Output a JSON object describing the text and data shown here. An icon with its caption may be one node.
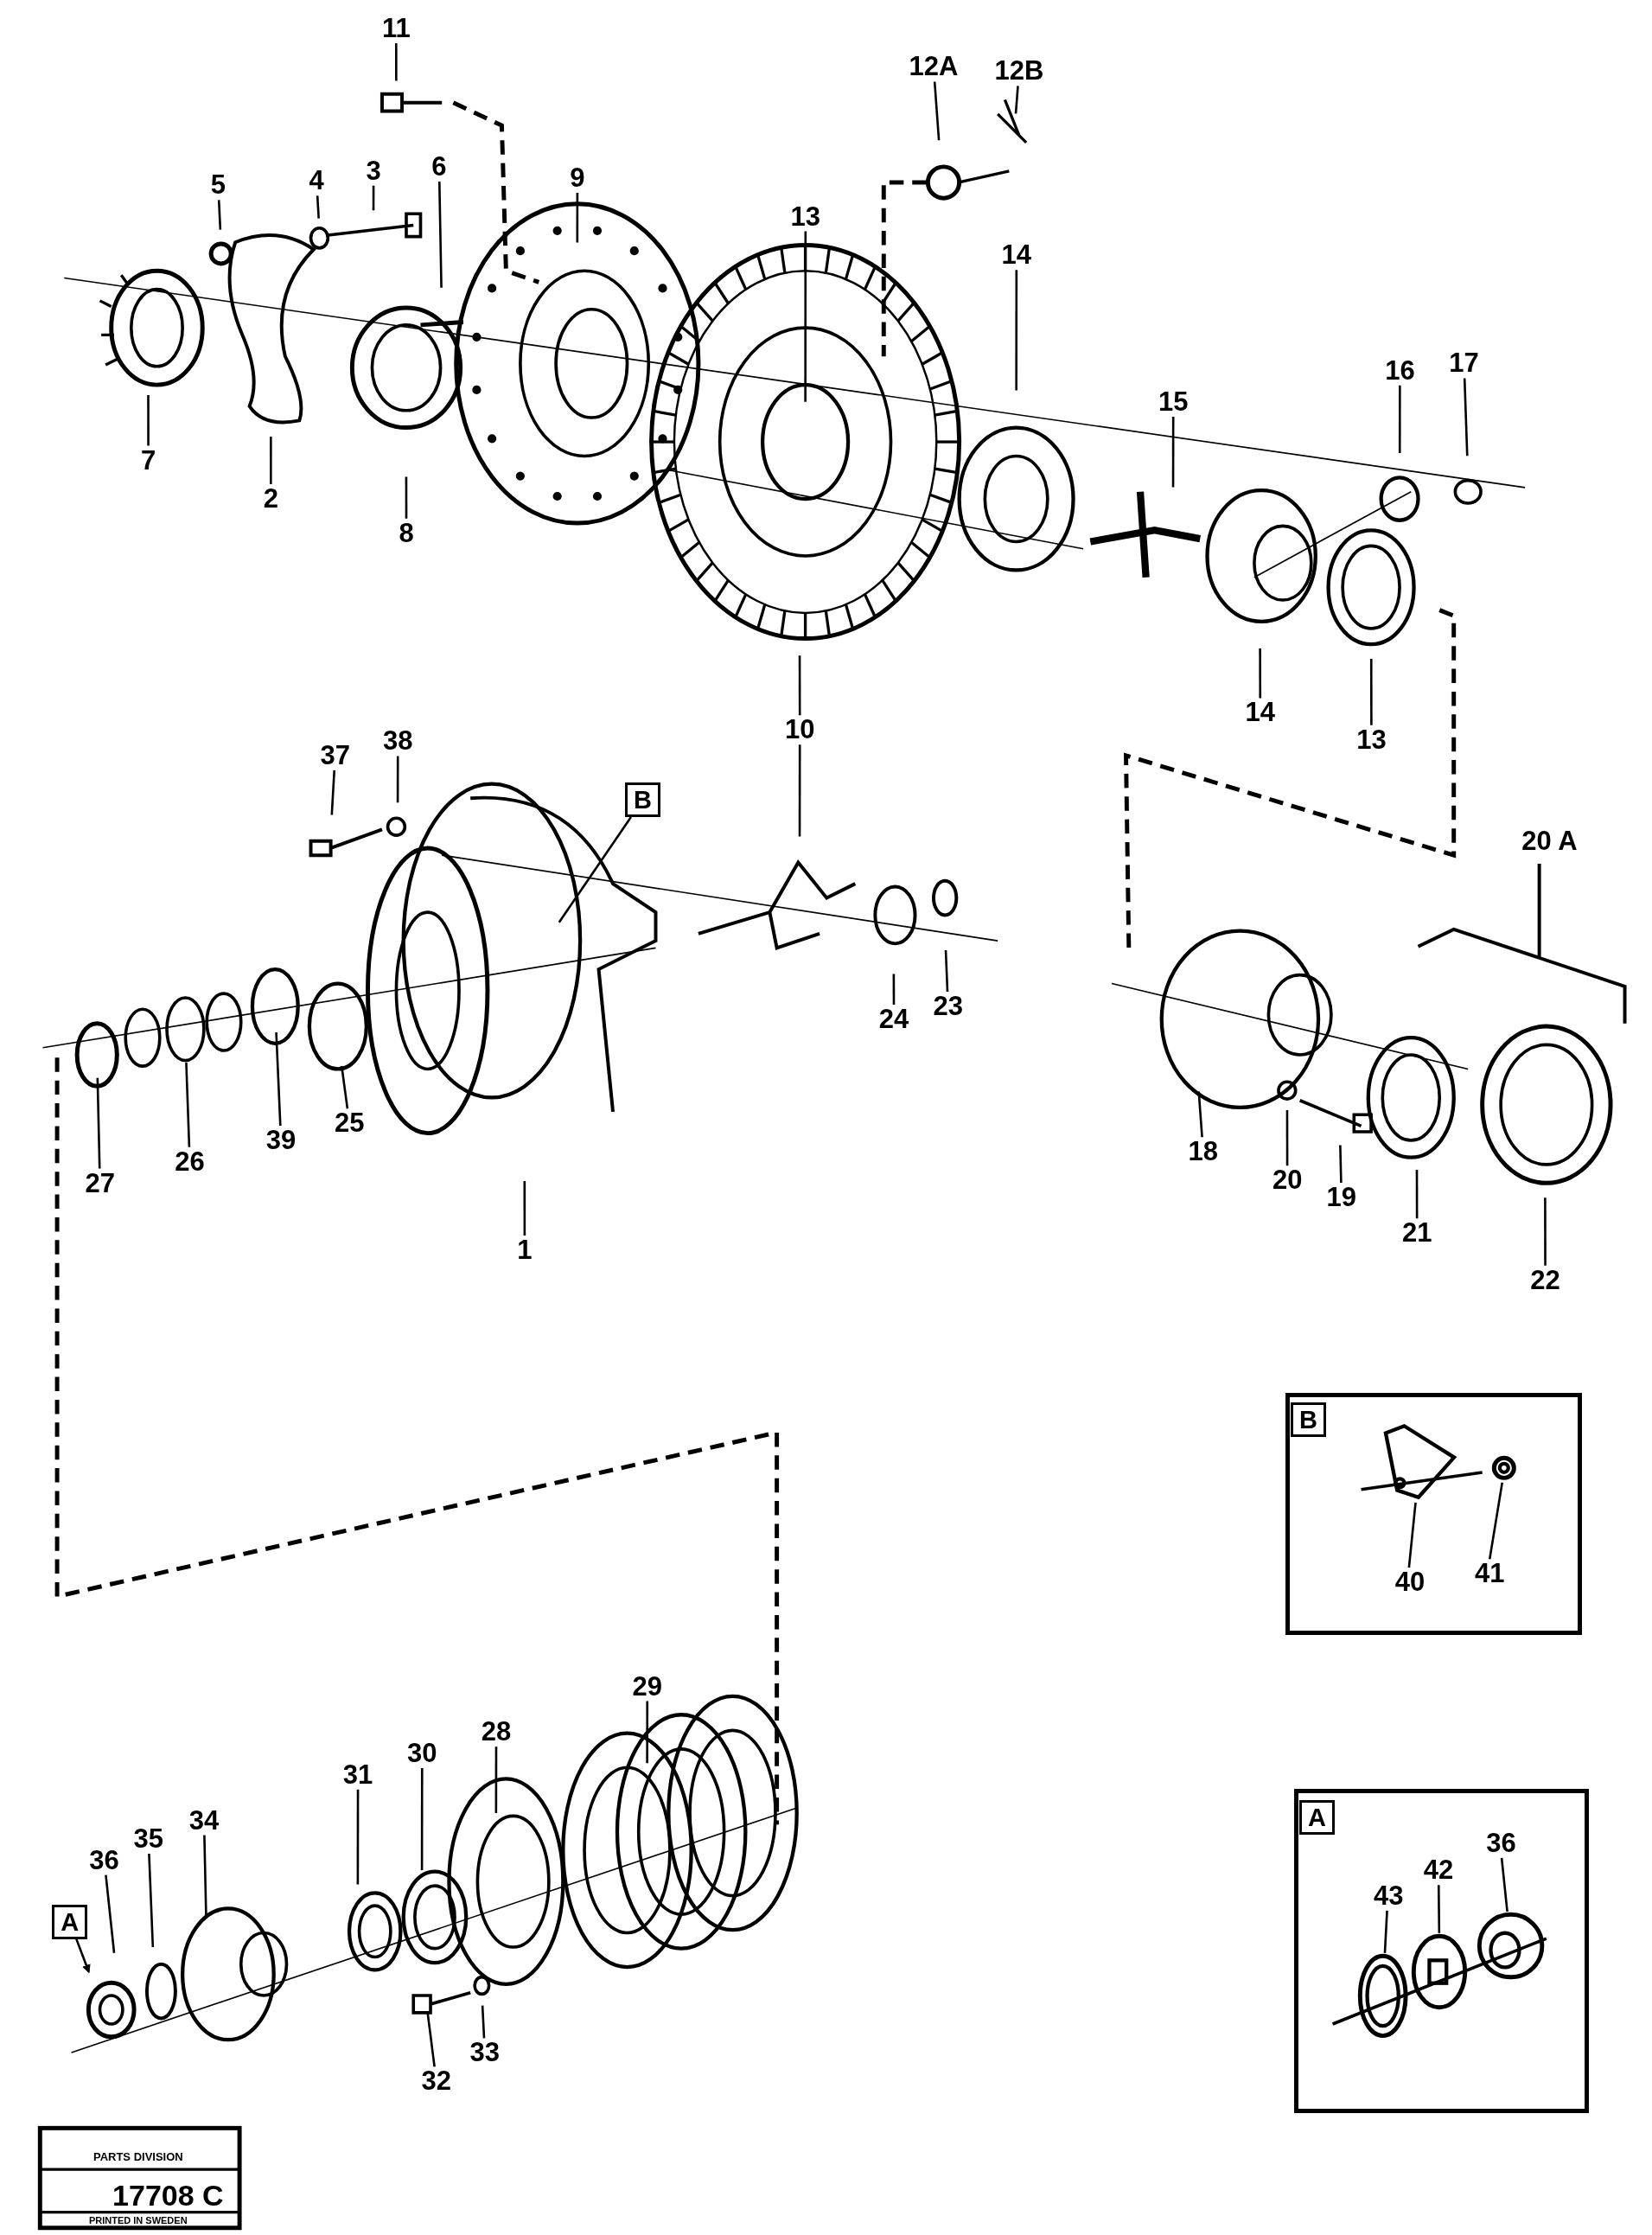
{
  "diagram": {
    "nodes": [
      {
        "text": [
          "11"
        ]
      },
      {
        "text": [
          "12A"
        ]
      },
      {
        "text": [
          "12B"
        ]
      },
      {
        "text": [
          "5"
        ]
      },
      {
        "text": [
          "4"
        ]
      },
      {
        "text": [
          "3"
        ]
      },
      {
        "text": [
          "6"
        ]
      },
      {
        "text": [
          "9"
        ]
      },
      {
        "text": [
          "13"
        ]
      },
      {
        "text": [
          "14"
        ]
      },
      {
        "text": [
          "17"
        ]
      },
      {
        "text": [
          "16"
        ]
      },
      {
        "text": [
          "15"
        ]
      },
      {
        "text": [
          "7"
        ]
      },
      {
        "text": [
          "2"
        ]
      },
      {
        "text": [
          "8"
        ]
      },
      {
        "text": [
          "14"
        ]
      },
      {
        "text": [
          "10"
        ]
      },
      {
        "text": [
          "13"
        ]
      },
      {
        "text": [
          "37"
        ]
      },
      {
        "text": [
          "38"
        ]
      },
      {
        "text": [
          "B"
        ]
      },
      {
        "text": [
          "24"
        ]
      },
      {
        "text": [
          "23"
        ]
      },
      {
        "text": [
          "27"
        ]
      },
      {
        "text": [
          "26"
        ]
      },
      {
        "text": [
          "39"
        ]
      },
      {
        "text": [
          "25"
        ]
      },
      {
        "text": [
          "1"
        ]
      },
      {
        "text": [
          "18"
        ]
      },
      {
        "text": [
          "20"
        ]
      },
      {
        "text": [
          "19"
        ]
      },
      {
        "text": [
          "21"
        ]
      },
      {
        "text": [
          "22"
        ]
      },
      {
        "text": [],
        "shape": "box"
      },
      {
        "text": [
          "40"
        ],
        "in": 34
      },
      {
        "text": [
          "41"
        ],
        "in": 34
      },
      {
        "text": [
          "29"
        ]
      },
      {
        "text": [
          "28"
        ]
      },
      {
        "text": [
          "30"
        ]
      },
      {
        "text": [
          "31"
        ]
      },
      {
        "text": [
          "34"
        ]
      },
      {
        "text": [
          "35"
        ]
      },
      {
        "text": [
          "36"
        ]
      },
      {
        "text": [
          "A"
        ]
      },
      {
        "text": [],
        "shape": "box"
      },
      {
        "text": [
          "43"
        ],
        "in": 45
      },
      {
        "text": [
          "42"
        ],
        "in": 45
      },
      {
        "text": [
          "36"
        ],
        "in": 45
      },
      {
        "text": [
          "32"
        ]
      },
      {
        "text": [
          "33"
        ]
      },
      {
        "text": [
          "B"
        ],
        "in": 34
      },
      {
        "text": [
          "A"
        ],
        "in": 45
      },
      {
        "text": [],
        "shape": "picture",
        "in": 34
      },
      {
        "text": [],
        "shape": "picture",
        "in": 34
      },
      {
        "text": [],
        "shape": "picture",
        "in": 45
      },
      {
        "text": [],
        "shape": "picture",
        "in": 45
      },
      {
        "text": [],
        "shape": "picture",
        "in": 45
      }
    ],
    "edges": [
      {
        "from": 0,
        "to": null,
        "arrow": "none"
      },
      {
        "from": 1,
        "to": null,
        "arrow": "none"
      },
      {
        "from": 2,
        "to": null,
        "arrow": "none"
      },
      {
        "from": 3,
        "to": null,
        "arrow": "none"
      },
      {
        "from": 4,
        "to": null,
        "arrow": "none"
      },
      {
        "from": 5,
        "to": null,
        "arrow": "none"
      },
      {
        "from": 6,
        "to": null,
        "arrow": "none"
      },
      {
        "from": 7,
        "to": null,
        "arrow": "none"
      },
      {
        "from": 8,
        "to": null,
        "arrow": "none"
      },
      {
        "from": 9,
        "to": null,
        "arrow": "none"
      },
      {
        "from": 10,
        "to": null,
        "arrow": "none"
      },
      {
        "from": 11,
        "to": null,
        "arrow": "none"
      },
      {
        "from": 12,
        "to": null,
        "arrow": "none"
      },
      {
        "from": 13,
        "to": null,
        "arrow": "none"
      },
      {
        "from": 14,
        "to": null,
        "arrow": "none"
      },
      {
        "from": 15,
        "to": null,
        "arrow": "none"
      },
      {
        "from": 16,
        "to": null,
        "arrow": "none"
      },
      {
        "from": 17,
        "to": null,
        "arrow": "none"
      },
      {
        "from": 17,
        "to": null,
        "arrow": "none"
      },
      {
        "from": 18,
        "to": null,
        "arrow": "none"
      },
      {
        "from": 19,
        "to": null,
        "arrow": "none"
      },
      {
        "from": 20,
        "to": null,
        "arrow": "none"
      },
      {
        "from": 21,
        "to": null,
        "arrow": "none"
      },
      {
        "from": 22,
        "to": null,
        "arrow": "none"
      },
      {
        "from": 23,
        "to": null,
        "arrow": "none"
      },
      {
        "from": 24,
        "to": null,
        "arrow": "none"
      },
      {
        "from": 25,
        "to": null,
        "arrow": "none"
      },
      {
        "from": 26,
        "to": null,
        "arrow": "none"
      },
      {
        "from": 27,
        "to": null,
        "arrow": "none"
      },
      {
        "from": 28,
        "to": null,
        "arrow": "none"
      },
      {
        "from": 29,
        "to": null,
        "arrow": "none"
      },
      {
        "from": 30,
        "to": null,
        "arrow": "none"
      },
      {
        "from": 31,
        "to": null,
        "arrow": "none"
      },
      {
        "from": 32,
        "to": null,
        "arrow": "none"
      },
      {
        "from": 33,
        "to": null,
        "arrow": "none"
      },
      {
        "from": 35,
        "to": 53,
        "arrow": "none"
      },
      {
        "from": 36,
        "to": 54,
        "arrow": "none"
      },
      {
        "from": 37,
        "to": null,
        "arrow": "none"
      },
      {
        "from": 38,
        "to": null,
        "arrow": "none"
      },
      {
        "from": 39,
        "to": null,
        "arrow": "none"
      },
      {
        "from": 40,
        "to": null,
        "arrow": "none"
      },
      {
        "from": 41,
        "to": null,
        "arrow": "none"
      },
      {
        "from": 42,
        "to": null,
        "arrow": "none"
      },
      {
        "from": 43,
        "to": null,
        "arrow": "none"
      },
      {
        "from": 44,
        "to": null,
        "arrow": "to"
      },
      {
        "from": 46,
        "to": 55,
        "arrow": "none"
      },
      {
        "from": 47,
        "to": 56,
        "arrow": "none"
      },
      {
        "from": 48,
        "to": 57,
        "arrow": "none"
      },
      {
        "from": 49,
        "to": null,
        "arrow": "none"
      },
      {
        "from": 50,
        "to": null,
        "arrow": "none"
      }
    ],
    "labels": [
      "20 A",
      "PARTS DIVISION",
      "17708 C",
      "PRINTED IN SWEDEN"
    ]
  }
}
